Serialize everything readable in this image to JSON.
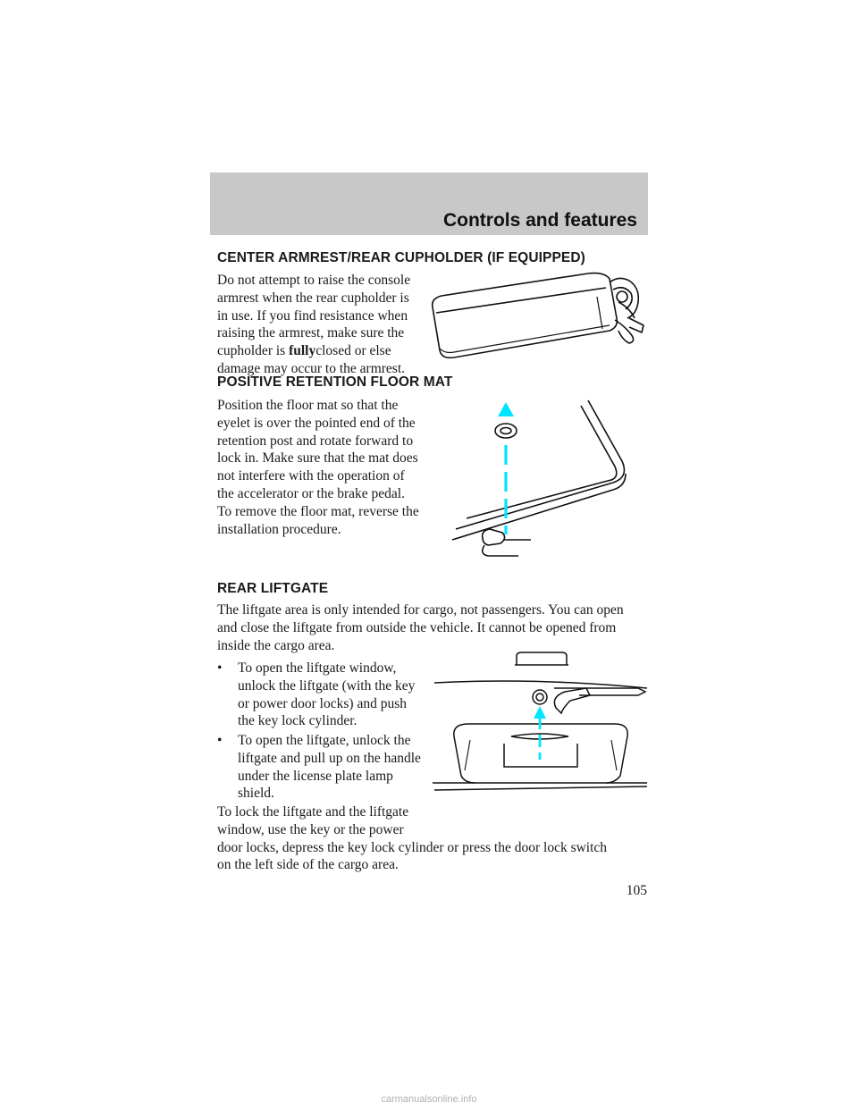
{
  "header": {
    "title": "Controls and features"
  },
  "sections": {
    "armrest": {
      "heading": "CENTER ARMREST/REAR CUPHOLDER (IF EQUIPPED)",
      "lines": [
        "Do not attempt to raise the console",
        "armrest when the rear cupholder is",
        "in use. If you find resistance when",
        "raising the armrest, make sure the"
      ],
      "line5_prefix": "cupholder is ",
      "line5_bold": "fully",
      "line5_suffix": "closed or else",
      "line6": "damage may occur to the armrest."
    },
    "floormat": {
      "heading": "POSITIVE RETENTION FLOOR MAT",
      "lines": [
        "Position the floor mat so that the",
        "eyelet is over the pointed end of the",
        "retention post and rotate forward to",
        "lock in. Make sure that the mat does",
        "not interfere with the operation of",
        "the accelerator or the brake pedal.",
        "To remove the floor mat, reverse the",
        "installation procedure."
      ]
    },
    "liftgate": {
      "heading": "REAR LIFTGATE",
      "intro": [
        "The liftgate area is only intended for cargo, not passengers. You can open",
        "and close the liftgate from outside the vehicle. It cannot be opened from",
        "inside the cargo area."
      ],
      "bullet_symbol": "•",
      "bullet1": [
        "To open the liftgate window,",
        "unlock the liftgate (with the key",
        "or power door locks) and push",
        "the key lock cylinder."
      ],
      "bullet2": [
        "To open the liftgate, unlock the",
        "liftgate and pull up on the handle",
        "under the license plate lamp",
        "shield."
      ],
      "closing": [
        "To lock the liftgate and the liftgate",
        "window, use the key or the power",
        "door locks, depress the key lock cylinder or press the door lock switch",
        "on the left side of the cargo area."
      ]
    }
  },
  "page_number": "105",
  "watermark": "carmanualsonline.info",
  "colors": {
    "header_bg": "#c8c8c8",
    "arrow": "#00e5ff"
  }
}
